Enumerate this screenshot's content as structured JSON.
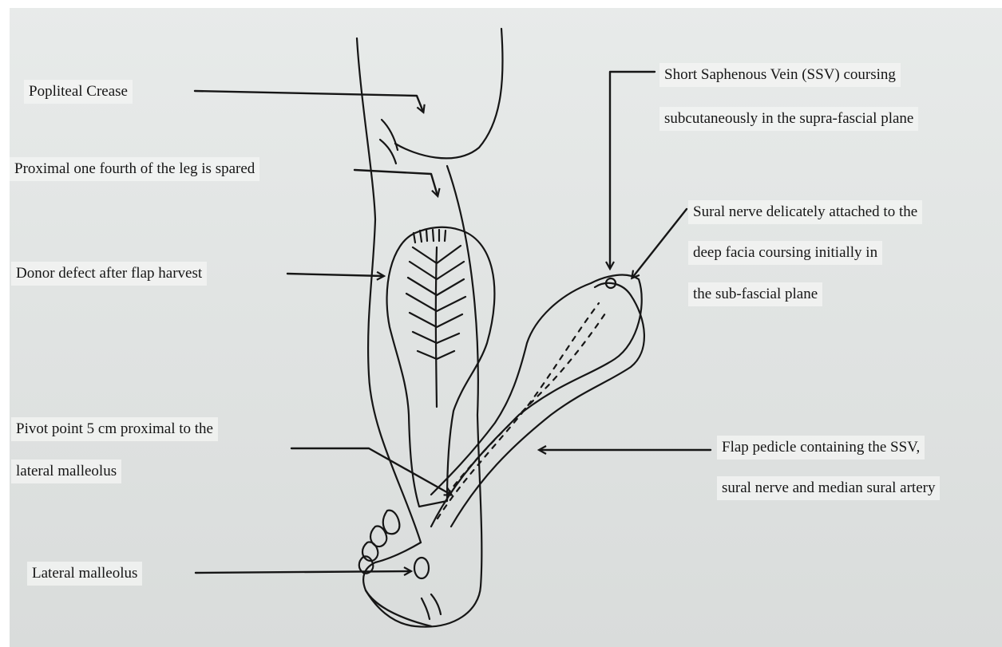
{
  "labels": {
    "popliteal_crease": "Popliteal Crease",
    "proximal_fourth": "Proximal one fourth of the leg is",
    "proximal_fourth_suffix": "spared",
    "donor_defect": "Donor defect after flap harvest",
    "pivot_point_line1": "Pivot point 5 cm proximal to the",
    "pivot_point_line2": "lateral malleolus",
    "lateral_malleolus": "Lateral malleolus",
    "ssv_line1": "Short Saphenous Vein (SSV) coursing",
    "ssv_line2": "subcutaneously in the supra-fascial plane",
    "sural_line1": "Sural nerve delicately attached to the",
    "sural_line2": "deep facia coursing initially in",
    "sural_line3": "the sub-fascial plane",
    "pedicle_line1": "Flap pedicle containing the SSV,",
    "pedicle_line2": "sural nerve and median sural artery"
  },
  "colors": {
    "ink": "#161616",
    "paper": "#e3e6e5"
  }
}
